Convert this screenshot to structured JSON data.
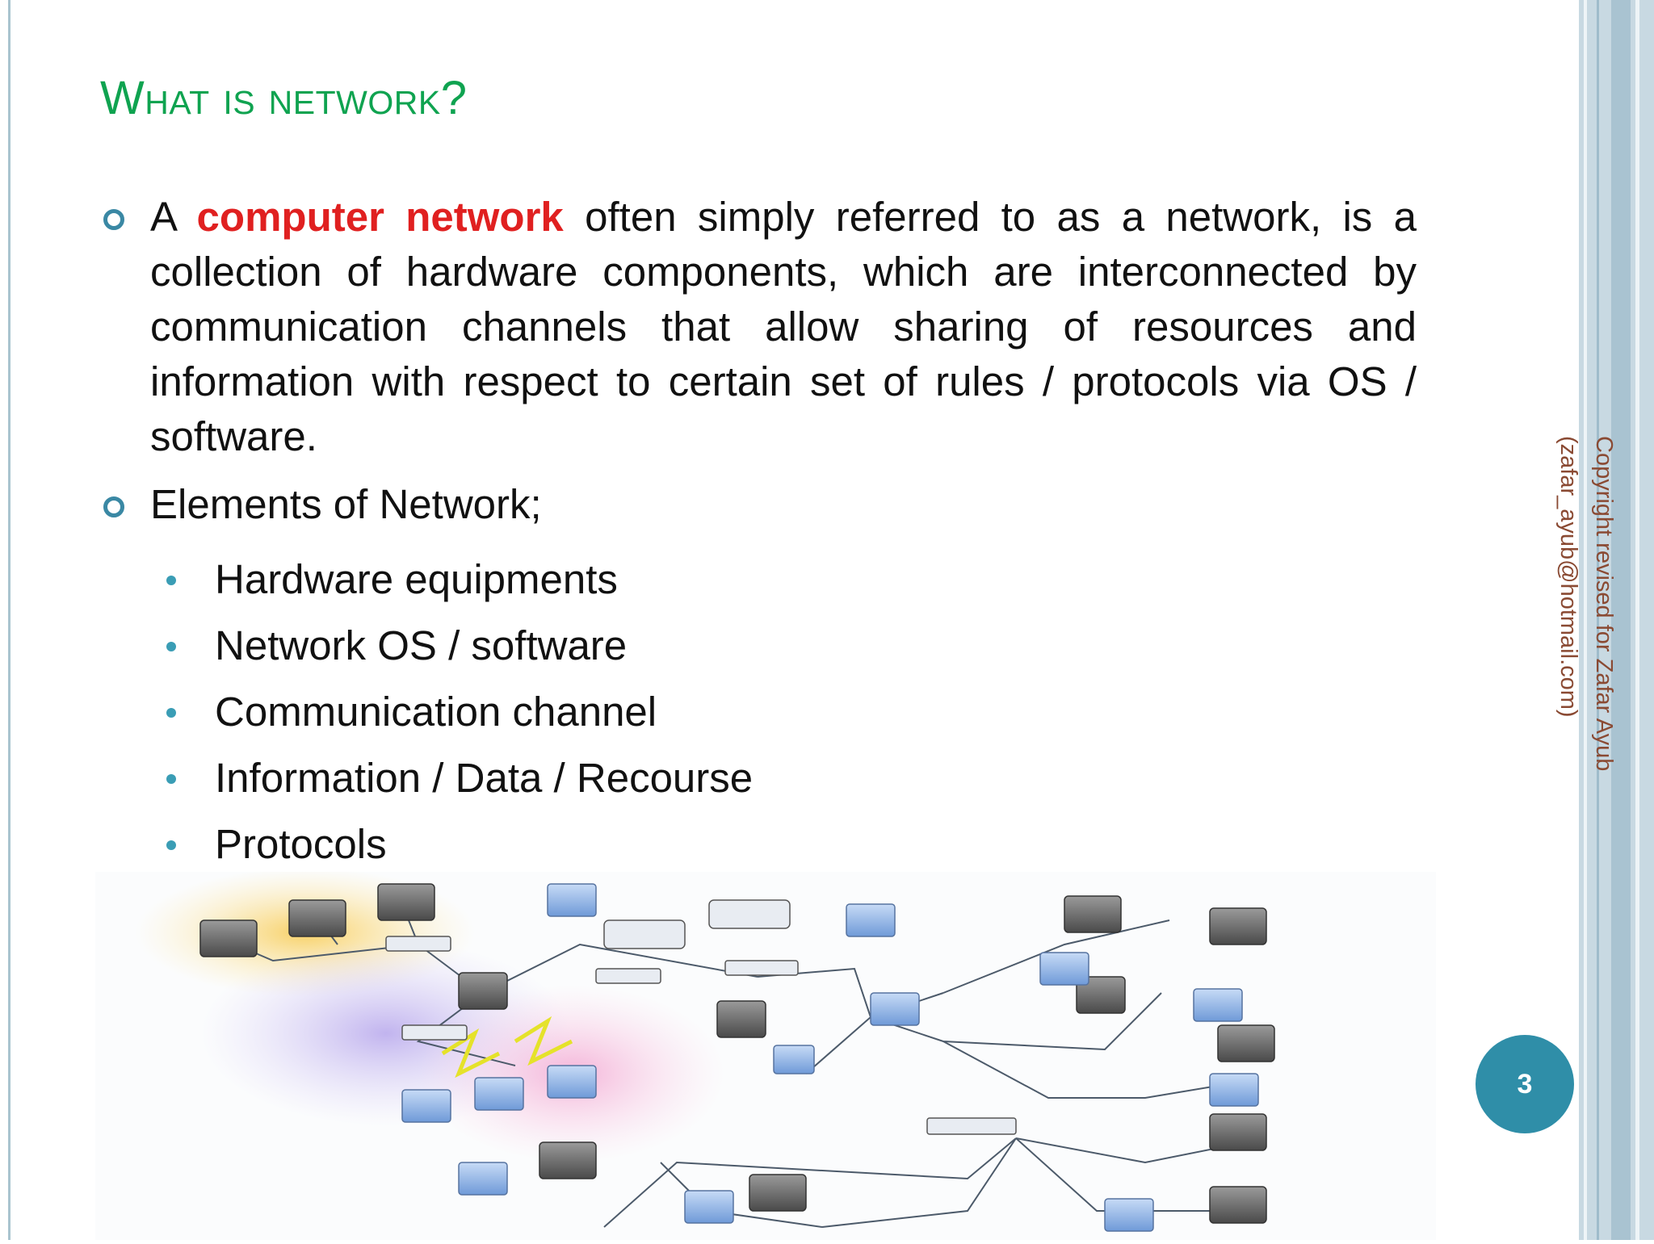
{
  "slide": {
    "title": "What is network?",
    "bullet1": {
      "prefix": "A",
      "highlight": "computer network",
      "text": "often simply referred to as a network, is a collection of hardware components, which are interconnected by communication channels that allow sharing of resources and information with respect to certain set of rules / protocols via OS / software."
    },
    "bullet2": {
      "text": "Elements of Network;",
      "items": [
        "Hardware equipments",
        "Network OS / software",
        "Communication channel",
        "Information / Data / Recourse",
        "Protocols"
      ]
    },
    "copyright": {
      "line1": "Copyright revised for Zafar Ayub",
      "line2": "(zafar_ayub@hotmail.com)"
    },
    "page_number": "3"
  },
  "colors": {
    "title": "#0fa350",
    "highlight": "#e02020",
    "accent": "#2f8ea8",
    "copyright": "#8a4a33"
  },
  "icons": {
    "bullet_level1": "ring-bullet-icon",
    "bullet_level2": "dot-bullet-icon"
  }
}
